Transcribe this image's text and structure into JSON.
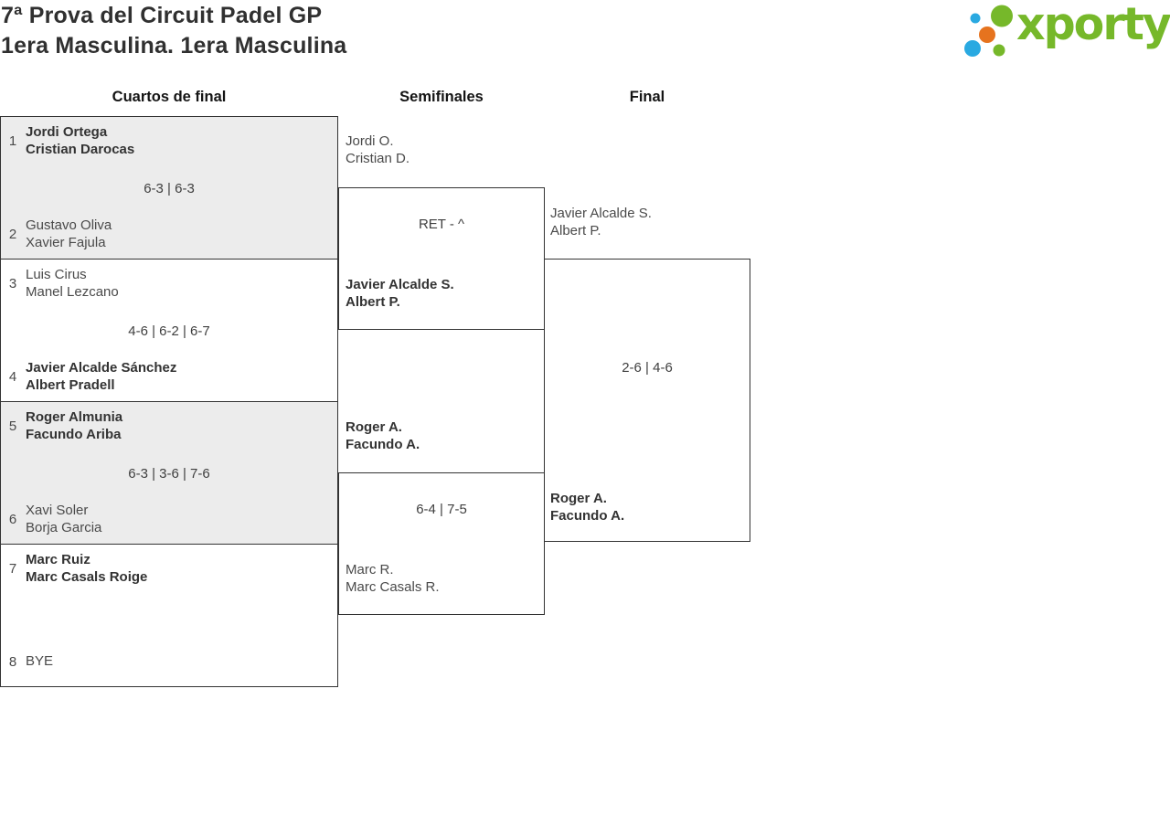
{
  "header": {
    "title_line1": "7ª Prova del Circuit Padel GP",
    "title_line2": "1era Masculina. 1era Masculina",
    "logo_text": "xporty"
  },
  "brand_colors": {
    "logo_green": "#76b82a",
    "logo_blue": "#29a9e1",
    "logo_orange": "#e6731e"
  },
  "rounds": [
    {
      "label": "Cuartos de final"
    },
    {
      "label": "Semifinales"
    },
    {
      "label": "Final"
    }
  ],
  "quarterfinals": [
    {
      "seed_top": "1",
      "top": [
        "Jordi Ortega",
        "Cristian Darocas"
      ],
      "top_winner": true,
      "score": "6-3 | 6-3",
      "seed_bottom": "2",
      "bottom": [
        "Gustavo Oliva",
        "Xavier Fajula"
      ],
      "bottom_winner": false
    },
    {
      "seed_top": "3",
      "top": [
        "Luis Cirus",
        "Manel Lezcano"
      ],
      "top_winner": false,
      "score": "4-6 | 6-2 | 6-7",
      "seed_bottom": "4",
      "bottom": [
        "Javier Alcalde Sánchez",
        "Albert Pradell"
      ],
      "bottom_winner": true
    },
    {
      "seed_top": "5",
      "top": [
        "Roger Almunia",
        "Facundo Ariba"
      ],
      "top_winner": true,
      "score": "6-3 | 3-6 | 7-6",
      "seed_bottom": "6",
      "bottom": [
        "Xavi Soler",
        "Borja Garcia"
      ],
      "bottom_winner": false
    },
    {
      "seed_top": "7",
      "top": [
        "Marc Ruiz",
        "Marc Casals Roige"
      ],
      "top_winner": true,
      "score": "",
      "seed_bottom": "8",
      "bottom": [
        "BYE"
      ],
      "bottom_winner": false
    }
  ],
  "semifinals": [
    {
      "top": [
        "Jordi O.",
        "Cristian D."
      ],
      "top_winner": false,
      "score": "RET - ^",
      "bottom": [
        "Javier Alcalde S.",
        "Albert P."
      ],
      "bottom_winner": true
    },
    {
      "top": [
        "Roger A.",
        "Facundo A."
      ],
      "top_winner": true,
      "score": "6-4 | 7-5",
      "bottom": [
        "Marc R.",
        "Marc Casals R."
      ],
      "bottom_winner": false
    }
  ],
  "final": {
    "top": [
      "Javier Alcalde S.",
      "Albert P."
    ],
    "top_winner": false,
    "score": "2-6 | 4-6",
    "bottom": [
      "Roger A.",
      "Facundo A."
    ],
    "bottom_winner": true
  }
}
